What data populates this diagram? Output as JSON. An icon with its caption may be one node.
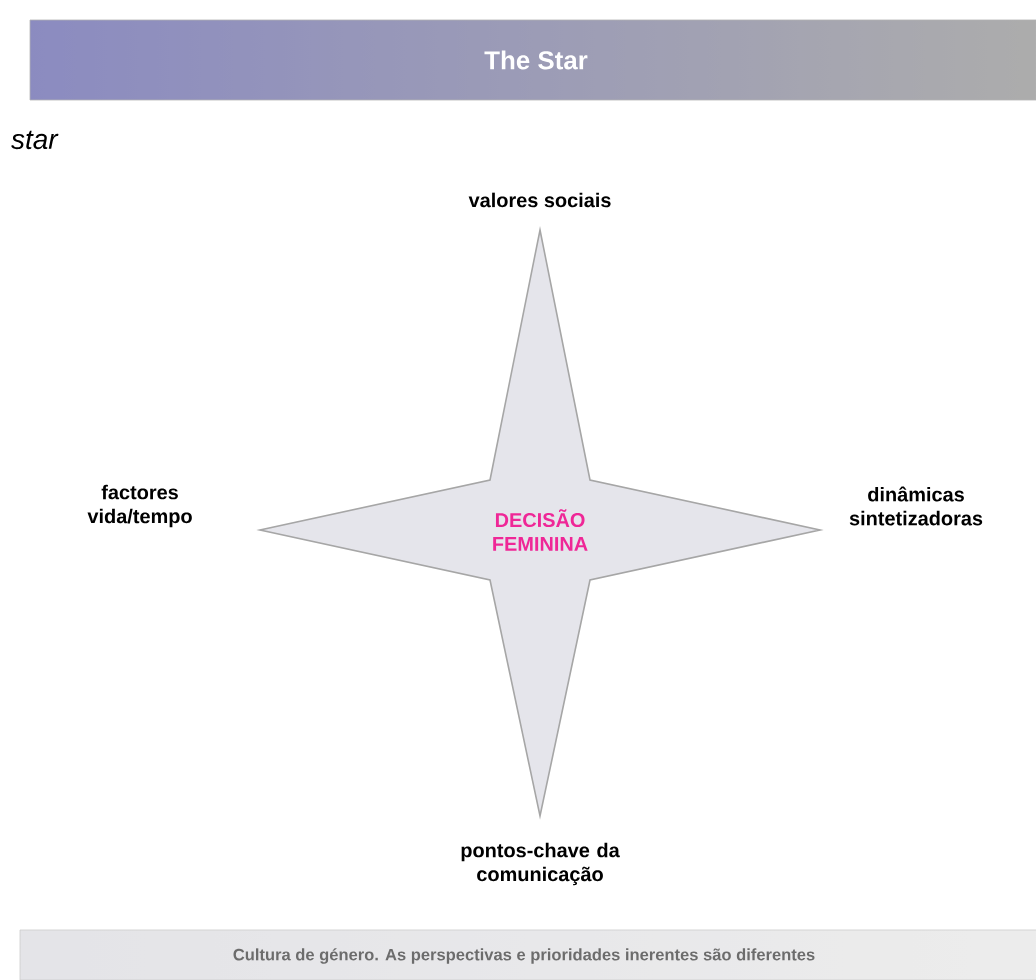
{
  "diagram": {
    "title": "The Star",
    "caption": "Cultura de género. As perspectivas e prioridades inerentes são diferentes",
    "nodes": [
      {
        "text": [
          "DECISÃO FEMININA"
        ]
      }
    ],
    "labels": [
      "star",
      "valores sociais",
      "factores vida/tempo",
      "dinâmicas sintetizadoras",
      "pontos-chave da comunicação"
    ]
  }
}
